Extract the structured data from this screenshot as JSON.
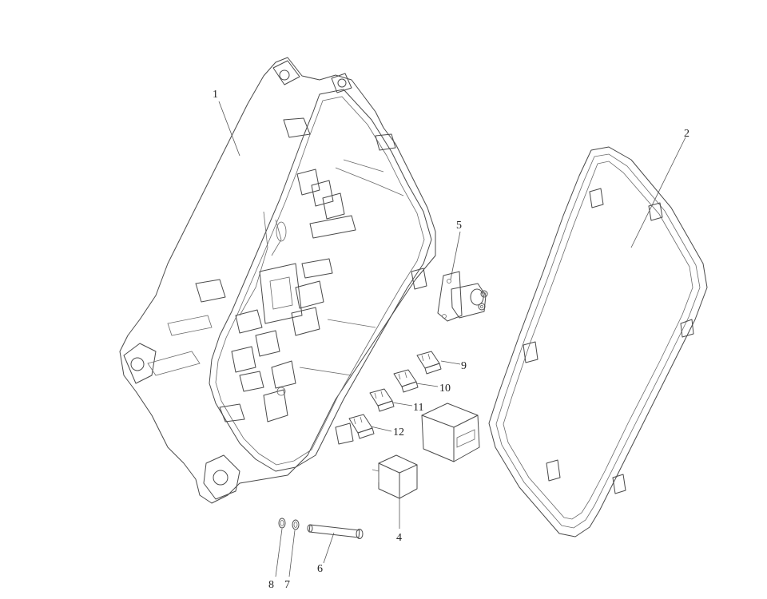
{
  "diagram": {
    "colors": {
      "line": "#4a4a4a",
      "text": "#222222",
      "background": "#ffffff"
    },
    "callouts": {
      "c1": "1",
      "c2": "2",
      "c4": "4",
      "c5": "5",
      "c6": "6",
      "c7": "7",
      "c8": "8",
      "c9": "9",
      "c10": "10",
      "c11": "11",
      "c12": "12"
    }
  }
}
